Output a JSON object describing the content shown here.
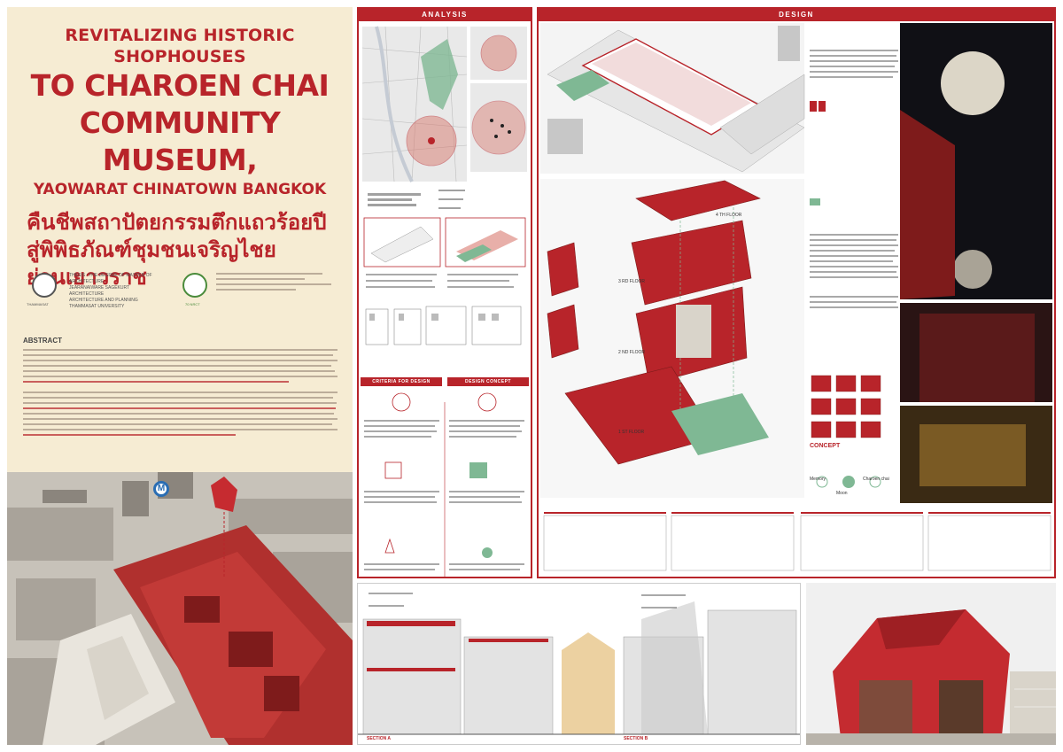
{
  "title": {
    "line1": "REVITALIZING HISTORIC SHOPHOUSES",
    "line2": "TO CHAROEN CHAI",
    "line3": "COMMUNITY MUSEUM,",
    "line4": "YAOWARAT CHINATOWN BANGKOK",
    "thai_line1": "คืนชีพสถาปัตยกรรมตึกแถวร้อยปี",
    "thai_line2": "สู่พิพิธภัณฑ์ชุมชนเจริญไชย",
    "thai_line3": "ย่านเยาวราช"
  },
  "meta": {
    "thesis": "THESIS : THE DEGREE OF MASTER OF ARCHITECTURE",
    "author": "JEARANAIWARE SAGEKURT",
    "faculty": "ARCHITECTURE",
    "faculty2": "ARCHITECTURE AND PLANNING",
    "university": "THAMMASAT UNIVERSITY",
    "seal_label": "THAMMASAT",
    "badge_label": "70 NRCT"
  },
  "abstract": {
    "heading": "ABSTRACT"
  },
  "headers": {
    "analysis": "ANALYSIS",
    "design": "DESIGN",
    "criteria": "CRITERIA FOR DESIGN",
    "concept": "DESIGN CONCEPT"
  },
  "design": {
    "concept_title": "CONCEPT",
    "concept_memory": "Memory",
    "concept_moon": "Moon",
    "concept_place": "Charoen chai",
    "floor4": "4 TH FLOOR",
    "floor3": "3 RD FLOOR",
    "floor2": "2 ND FLOOR",
    "floor1": "1 ST FLOOR"
  },
  "sections": {
    "a": "SECTION A",
    "b": "SECTION B"
  },
  "metro": "M",
  "colors": {
    "accent": "#b8242a",
    "paper": "#f6ecd3",
    "metro": "#2a6db3"
  }
}
